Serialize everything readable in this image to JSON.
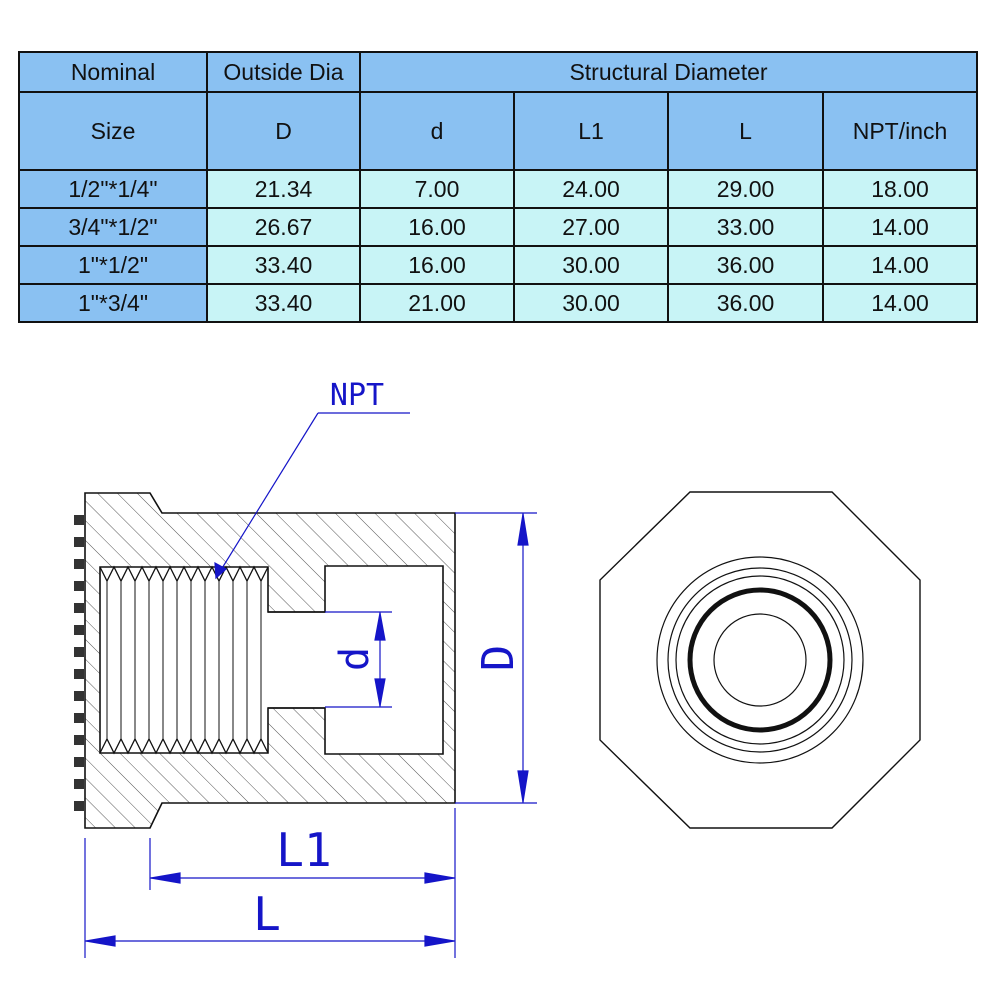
{
  "table": {
    "header1": [
      "Nominal",
      "Outside Dia",
      "Structural Diameter"
    ],
    "header2": [
      "Size",
      "D",
      "d",
      "L1",
      "L",
      "NPT/inch"
    ],
    "rows": [
      [
        "1/2\"*1/4\"",
        "21.34",
        "7.00",
        "24.00",
        "29.00",
        "18.00"
      ],
      [
        "3/4\"*1/2\"",
        "26.67",
        "16.00",
        "27.00",
        "33.00",
        "14.00"
      ],
      [
        "1\"*1/2\"",
        "33.40",
        "16.00",
        "30.00",
        "36.00",
        "14.00"
      ],
      [
        "1\"*3/4\"",
        "33.40",
        "21.00",
        "30.00",
        "36.00",
        "14.00"
      ]
    ]
  },
  "drawing": {
    "labels": {
      "npt": "NPT",
      "d_small": "d",
      "d_big": "D",
      "l1": "L1",
      "l": "L"
    }
  },
  "colors": {
    "header_bg": "#8ac1f2",
    "cell_bg": "#c8f4f6",
    "dimension_blue": "#1515c8",
    "outline": "#111111"
  }
}
